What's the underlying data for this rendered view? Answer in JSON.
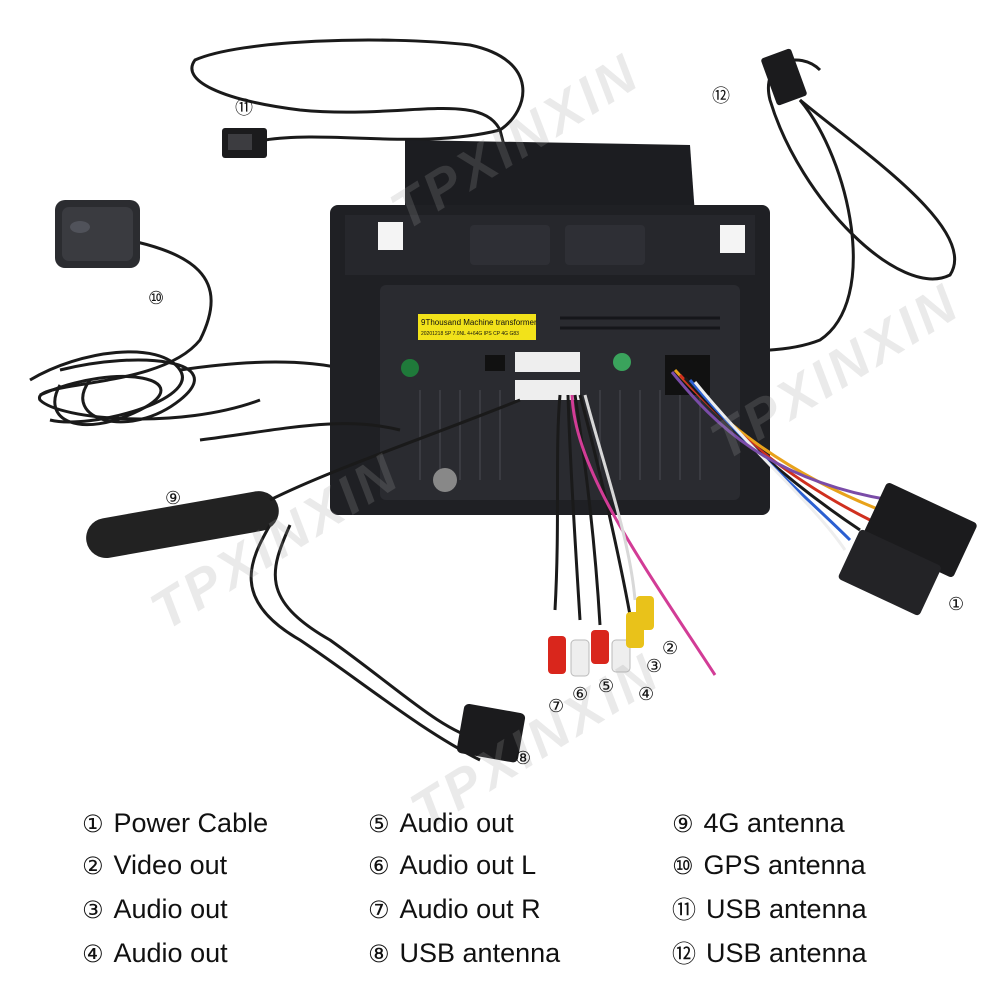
{
  "watermark": "TPXINXIN",
  "sticker": {
    "line1": "9Thousand Machine transformer",
    "line2": "20201218 SP 7.0NL 4+64G IPS CP 4G G83"
  },
  "callouts": [
    "①",
    "②",
    "③",
    "④",
    "⑤",
    "⑥",
    "⑦",
    "⑧",
    "⑨",
    "⑩",
    "⑪",
    "⑫"
  ],
  "legend": [
    {
      "marker": "①",
      "label": "Power Cable"
    },
    {
      "marker": "②",
      "label": "Video out"
    },
    {
      "marker": "③",
      "label": "Audio out"
    },
    {
      "marker": "④",
      "label": "Audio out"
    },
    {
      "marker": "⑤",
      "label": "Audio out"
    },
    {
      "marker": "⑥",
      "label": "Audio out L"
    },
    {
      "marker": "⑦",
      "label": "Audio out R"
    },
    {
      "marker": "⑧",
      "label": "USB antenna"
    },
    {
      "marker": "⑨",
      "label": "4G antenna"
    },
    {
      "marker": "⑩",
      "label": "GPS antenna"
    },
    {
      "marker": "⑪",
      "label": "USB antenna"
    },
    {
      "marker": "⑫",
      "label": "USB antenna"
    }
  ],
  "colors": {
    "unit": "#1f2024",
    "cable": "#1a1a1a",
    "sticker": "#f2e21a",
    "rca_red": "#d9261c",
    "rca_yellow": "#e9c21a",
    "rca_white": "#eeeeee"
  }
}
